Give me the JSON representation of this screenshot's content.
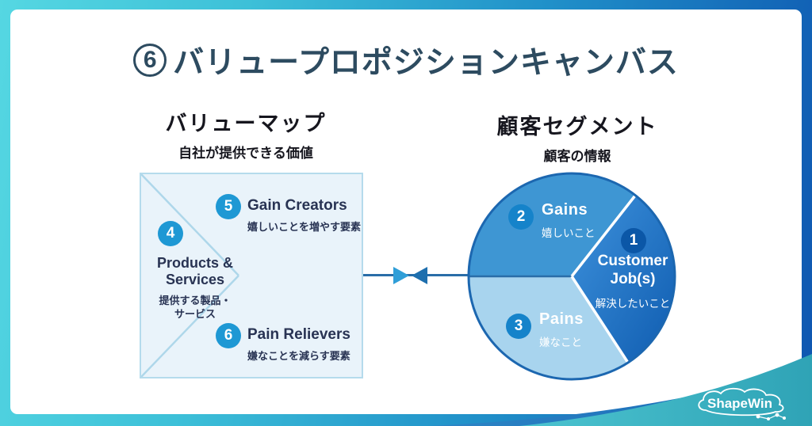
{
  "title": {
    "badge": "6",
    "text": "バリュープロポジションキャンバス"
  },
  "value_map": {
    "heading": "バリューマップ",
    "subheading": "自社が提供できる価値",
    "gain_creators": {
      "num": "5",
      "label": "Gain Creators",
      "sub": "嬉しいことを増やす要素"
    },
    "products": {
      "num": "4",
      "label_line1": "Products &",
      "label_line2": "Services",
      "sub_line1": "提供する製品・",
      "sub_line2": "サービス"
    },
    "pain_relievers": {
      "num": "6",
      "label": "Pain Relievers",
      "sub": "嫌なことを減らす要素"
    }
  },
  "customer_segment": {
    "heading": "顧客セグメント",
    "subheading": "顧客の情報",
    "gains": {
      "num": "2",
      "label": "Gains",
      "sub": "嬉しいこと"
    },
    "customer_jobs": {
      "num": "1",
      "label_line1": "Customer",
      "label_line2": "Job(s)",
      "sub": "解決したいこと"
    },
    "pains": {
      "num": "3",
      "label": "Pains",
      "sub": "嫌なこと"
    }
  },
  "logo": {
    "text": "ShapeWin"
  },
  "colors": {
    "title": "#2d4b60",
    "badge_blue": "#1e98d4",
    "gains_fill": "#3e96d3",
    "pains_fill": "#a8d4ee",
    "jobs_fill_top": "#3e92dc",
    "jobs_fill_bottom": "#0f5cb0",
    "circle_border": "#1c67b0",
    "square_fill": "#e9f3fa",
    "square_border": "#b5dbec",
    "connector": "#2a6da8",
    "teal_wave": "#3bb7c6",
    "background_teal": "#55d7e2",
    "background_blue": "#0e55b0"
  }
}
